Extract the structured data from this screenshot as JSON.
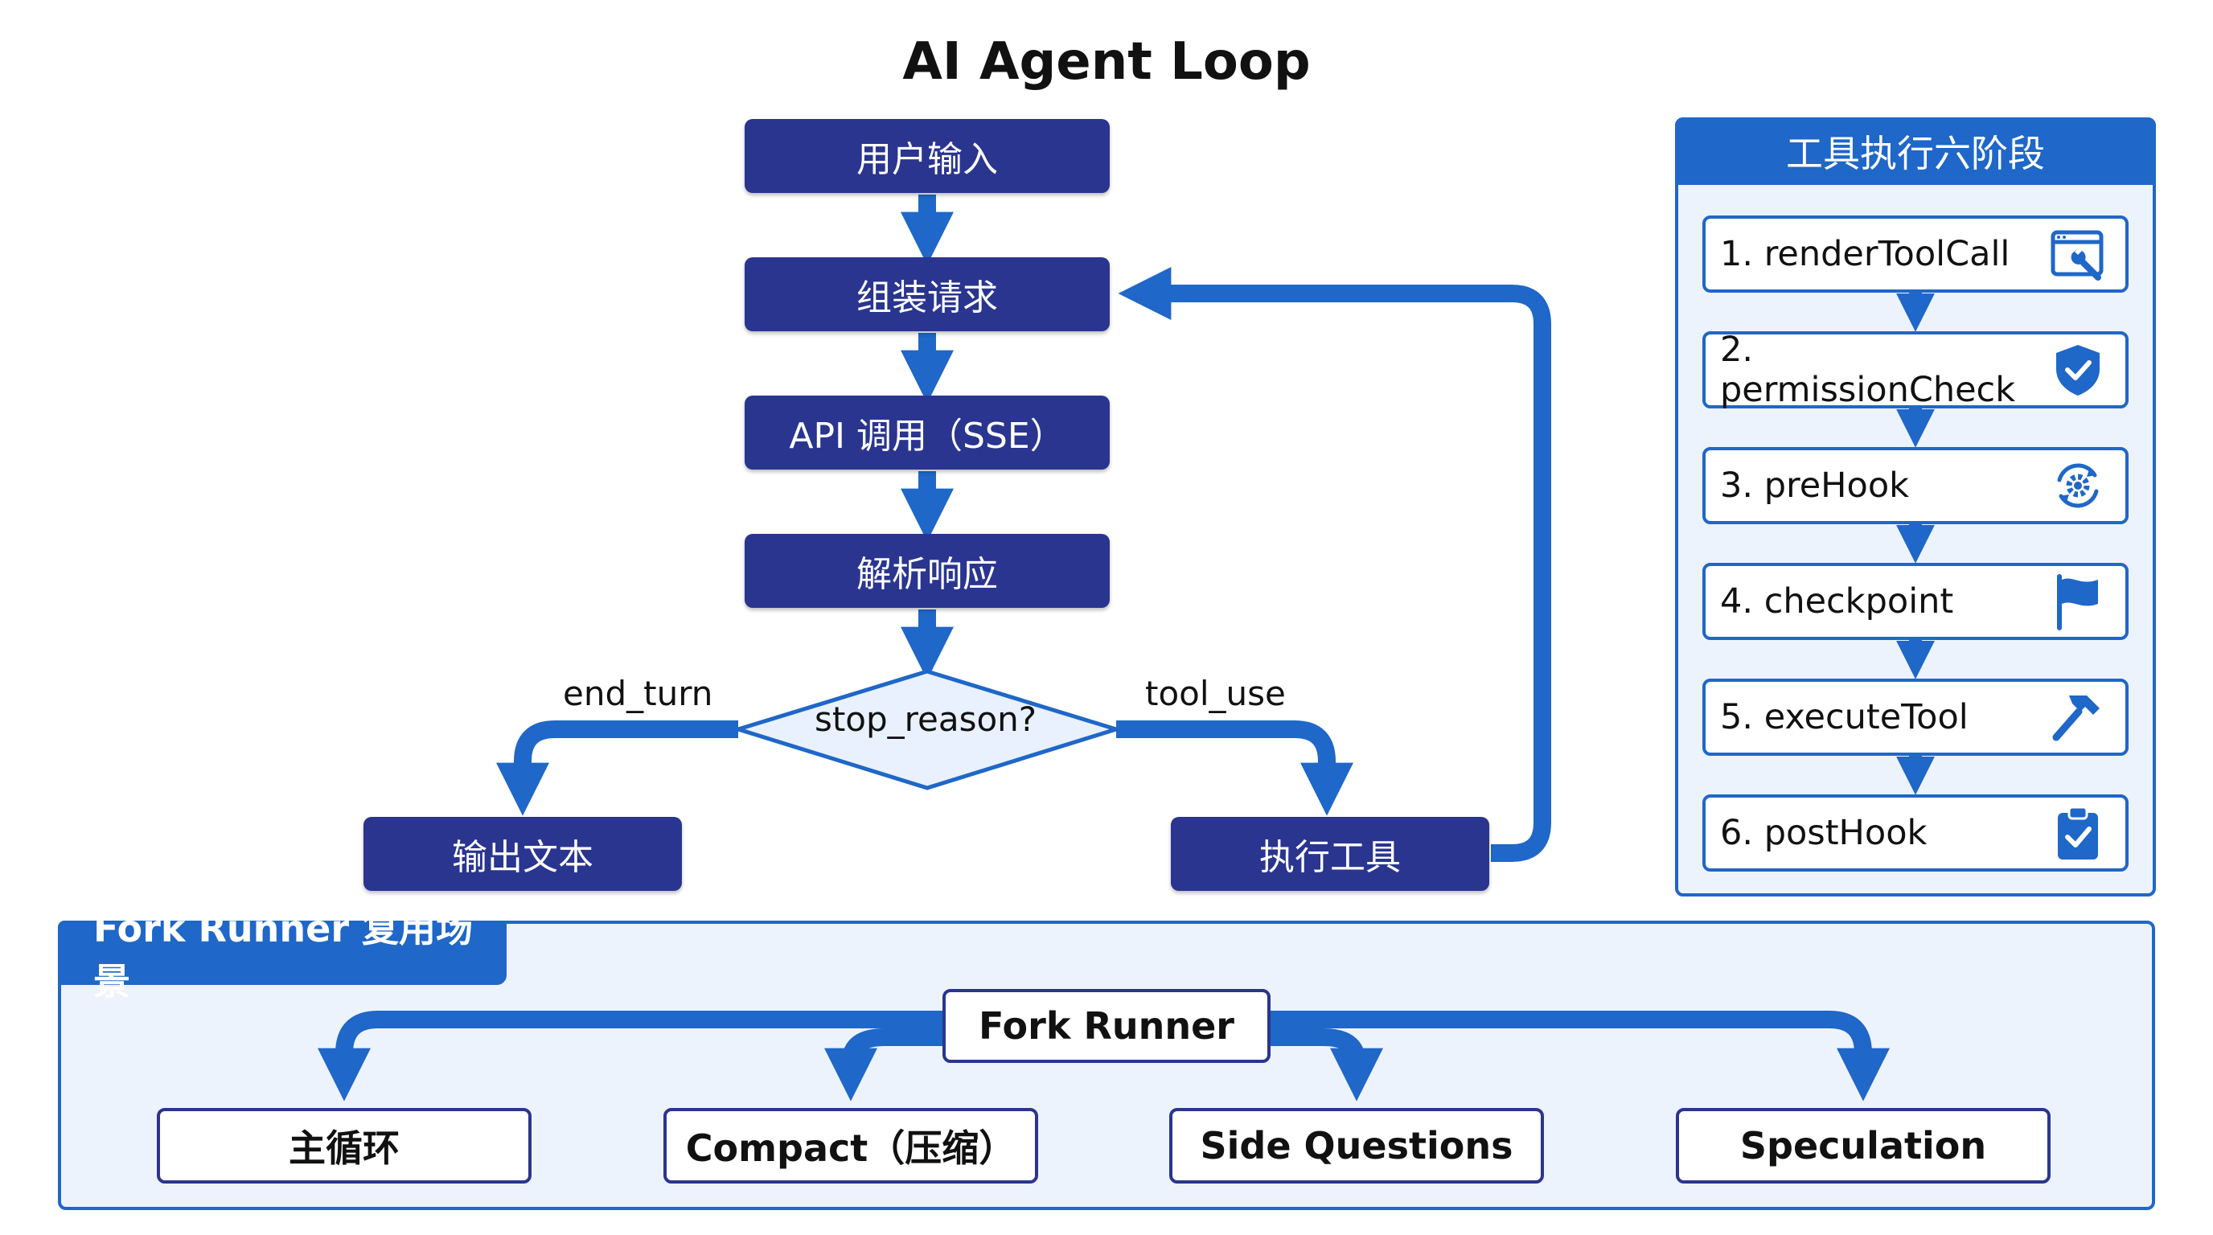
{
  "title": "AI Agent Loop",
  "loop": {
    "user_input": "用户输入",
    "assemble_request": "组装请求",
    "api_call": "API 调用（SSE）",
    "parse_response": "解析响应",
    "decision": "stop_reason?",
    "end_turn_label": "end_turn",
    "tool_use_label": "tool_use",
    "output_text": "输出文本",
    "execute_tool": "执行工具"
  },
  "tool_stages": {
    "title": "工具执行六阶段",
    "items": [
      {
        "label": "1. renderToolCall",
        "icon": "wrench-window-icon"
      },
      {
        "label": "2. permissionCheck",
        "icon": "shield-check-icon"
      },
      {
        "label": "3. preHook",
        "icon": "gear-refresh-icon"
      },
      {
        "label": "4. checkpoint",
        "icon": "flag-icon"
      },
      {
        "label": "5. executeTool",
        "icon": "hammer-icon"
      },
      {
        "label": "6. postHook",
        "icon": "clipboard-check-icon"
      }
    ]
  },
  "fork": {
    "title": "Fork Runner 复用场景",
    "root": "Fork Runner",
    "children": [
      "主循环",
      "Compact（压缩）",
      "Side Questions",
      "Speculation"
    ]
  },
  "colors": {
    "node_fill": "#2a3590",
    "accent_blue": "#1f67c8",
    "panel_fill": "#edf3fd"
  }
}
